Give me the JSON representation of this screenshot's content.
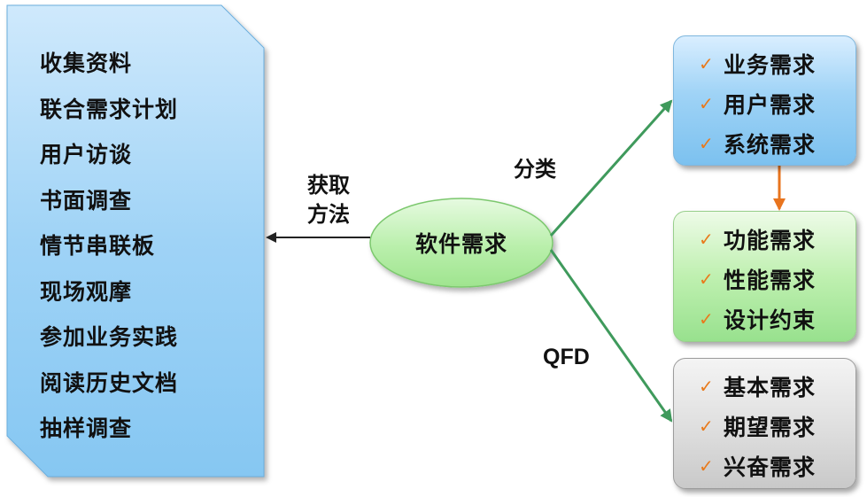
{
  "colors": {
    "methods_panel": "#8ecbf5",
    "center_ellipse": "#b5eea6",
    "arrow_green": "#3f9a5c",
    "arrow_orange": "#e8741e",
    "check_mark": "#e87a1c"
  },
  "methods": {
    "items": [
      "收集资料",
      "联合需求计划",
      "用户访谈",
      "书面调查",
      "情节串联板",
      "现场观摩",
      "参加业务实践",
      "阅读历史文档",
      "抽样调查"
    ]
  },
  "center": {
    "label": "软件需求"
  },
  "edges": {
    "acquire_line1": "获取",
    "acquire_line2": "方法",
    "classify": "分类",
    "qfd": "QFD"
  },
  "boxes": {
    "business": {
      "items": [
        "业务需求",
        "用户需求",
        "系统需求"
      ]
    },
    "function": {
      "items": [
        "功能需求",
        "性能需求",
        "设计约束"
      ]
    },
    "qfd": {
      "items": [
        "基本需求",
        "期望需求",
        "兴奋需求"
      ]
    }
  },
  "icons": {
    "check": "check-mark-icon"
  }
}
